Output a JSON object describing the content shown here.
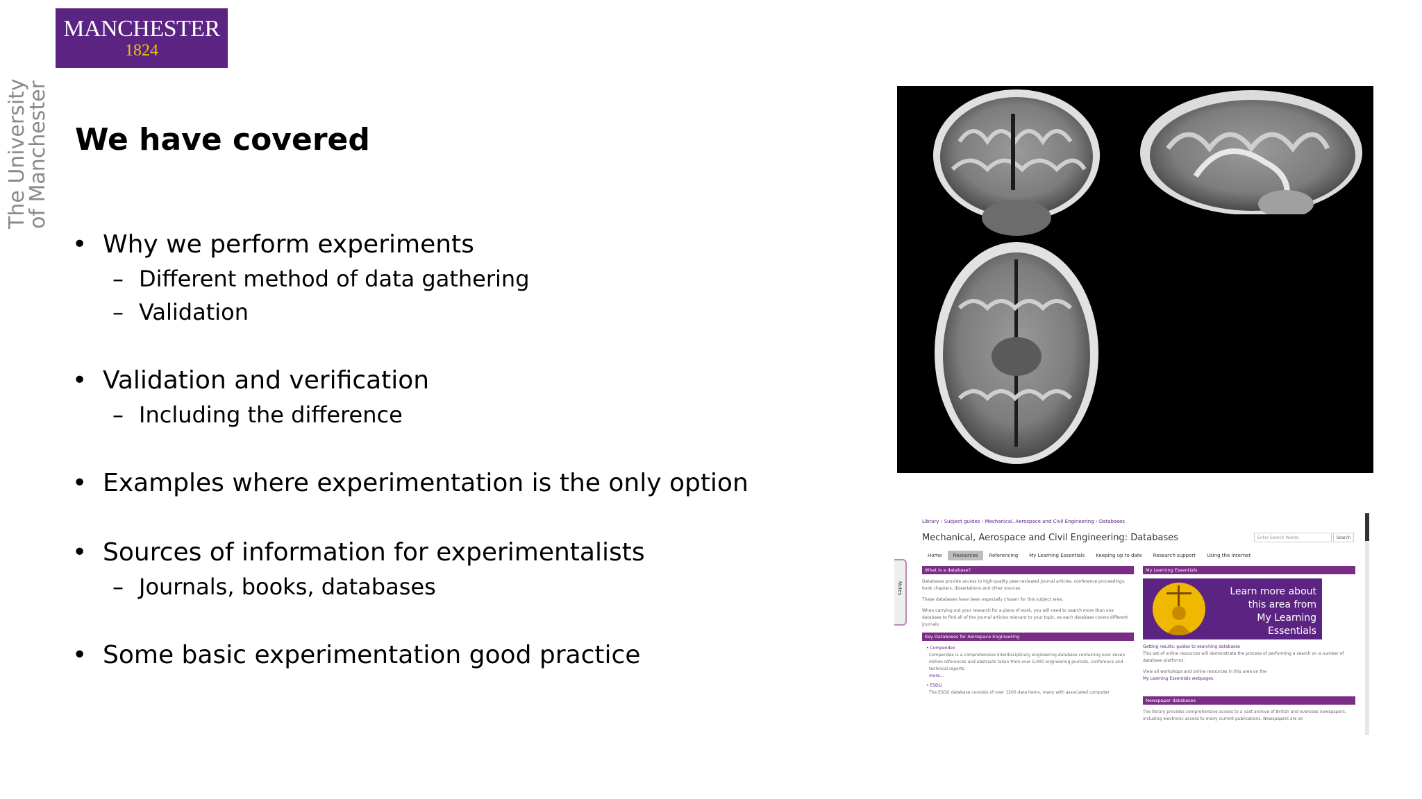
{
  "logo": {
    "name": "MANCHESTER",
    "year": "1824"
  },
  "side_text": {
    "line1": "The University",
    "line2": "of Manchester"
  },
  "title": "We have covered",
  "bullets": [
    {
      "text": "Why we perform experiments",
      "sub": [
        "Different method of data gathering",
        "Validation"
      ]
    },
    {
      "text": "Validation and verification",
      "sub": [
        "Including the difference"
      ]
    },
    {
      "text": "Examples where experimentation is the only option",
      "sub": []
    },
    {
      "text": "Sources of information for experimentalists",
      "sub": [
        "Journals, books, databases"
      ]
    },
    {
      "text": "Some basic experimentation good practice",
      "sub": []
    }
  ],
  "library": {
    "breadcrumb": "Library  ›  Subject guides  ›  Mechanical, Aerospace and Civil Engineering  ›  Databases",
    "title": "Mechanical, Aerospace and Civil Engineering: Databases",
    "search_placeholder": "Enter Search Words",
    "search_button": "Search",
    "nav": [
      "Home",
      "Resources",
      "Referencing",
      "My Learning Essentials",
      "Keeping up to date",
      "Research support",
      "Using the internet"
    ],
    "notes_tab": "Notes",
    "left": {
      "section1_title": "What is a database?",
      "section1_p1": "Databases provide access to high-quality peer-reviewed journal articles, conference proceedings, book chapters, dissertations and other sources.",
      "section1_p2": "These databases have been especially chosen for this subject area.",
      "section1_p3": "When carrying out your research for a piece of work, you will need to search more than one database to find all of the journal articles relevant to your topic, as each database covers different journals.",
      "section2_title": "Key Databases for Aerospace Engineering",
      "item1": "Compendex",
      "item1_desc": "Compendex is a comprehensive interdisciplinary engineering database containing over seven million references and abstracts taken from over 5,000 engineering journals, conference and technical reports.",
      "item1_more": "more...",
      "item2": "ESDU",
      "item2_desc": "The ESDU database consists of over 1200 data items, many with associated computer"
    },
    "right": {
      "section1_title": "My Learning Essentials",
      "promo": [
        "Learn more about",
        "this area from",
        "My Learning",
        "Essentials"
      ],
      "link1": "Getting results: guides to searching databases",
      "p1": "This set of online resources will demonstrate the process of performing a search on a number of database platforms.",
      "p2": "View all workshops and online resources in this area on the",
      "link2": "My Learning Essentials webpages.",
      "section2_title": "Newspaper databases",
      "p3": "The library provides comprehensive access to a vast archive of British and overseas newspapers, including electronic access to many current publications. Newspapers are an"
    }
  }
}
